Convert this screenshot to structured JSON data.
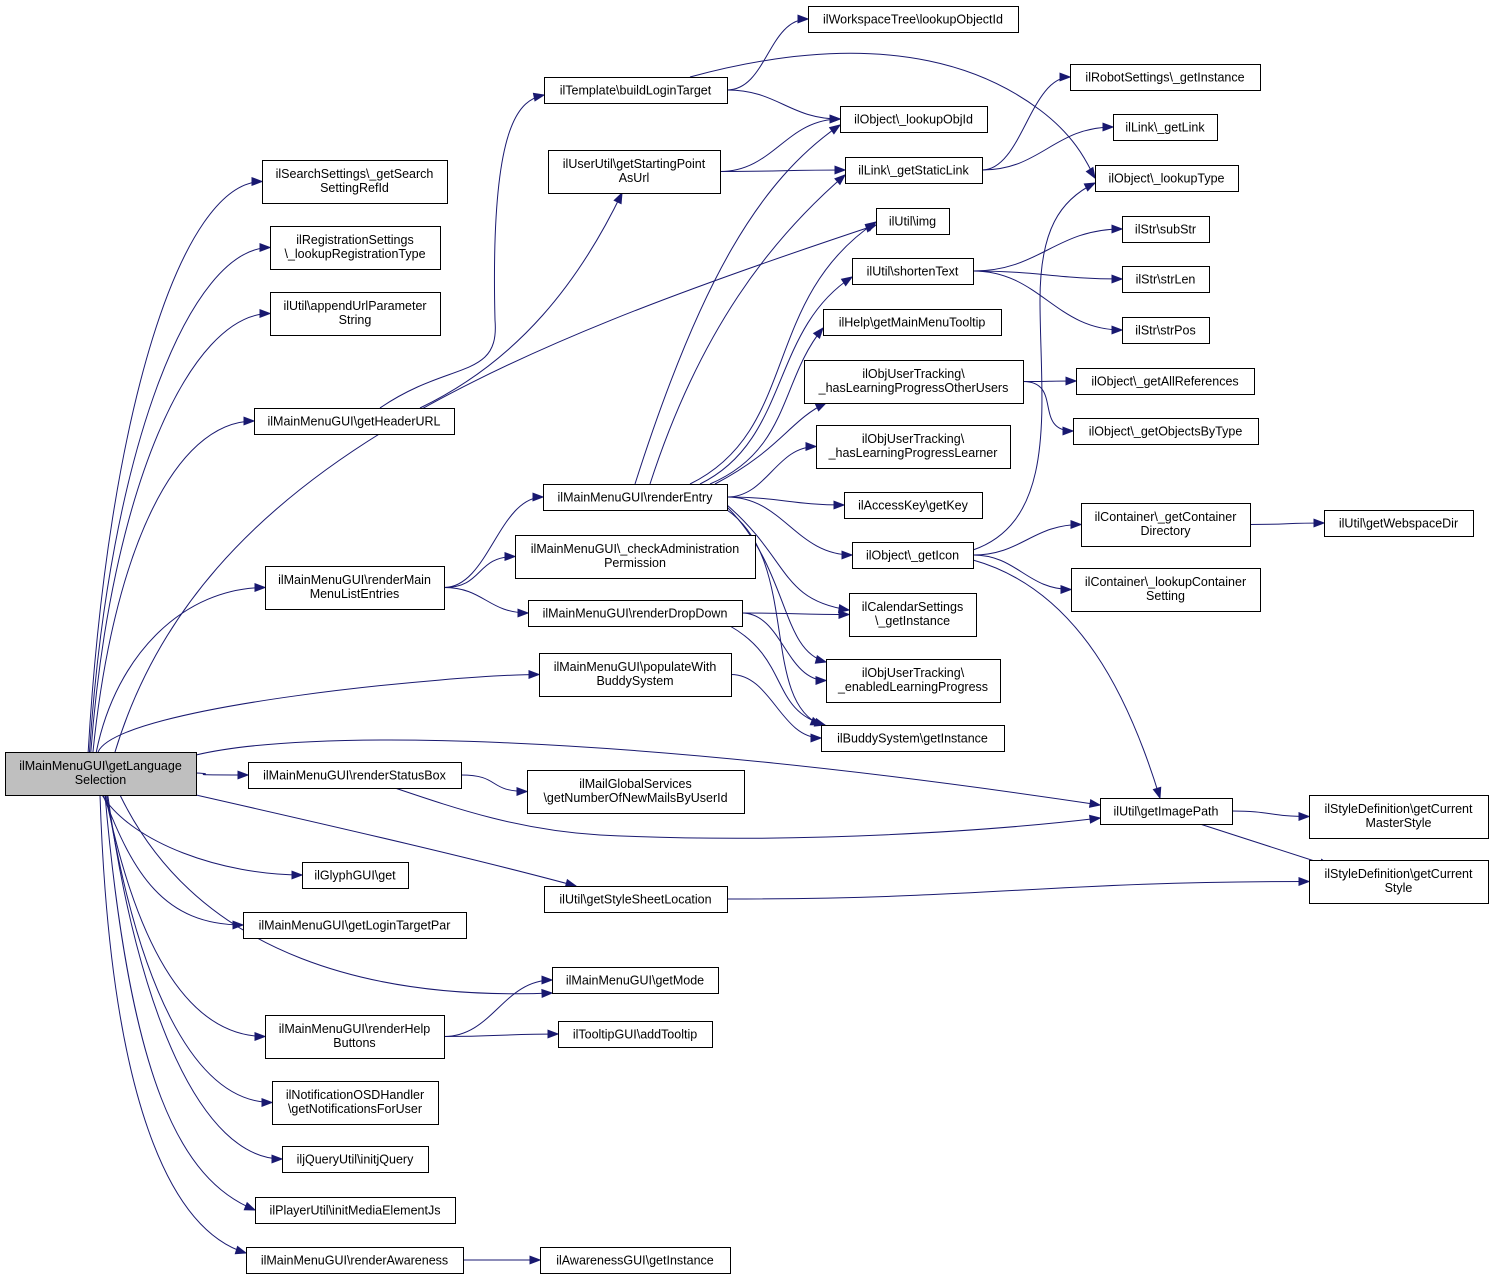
{
  "graph": {
    "root": "n0",
    "nodes": {
      "n0": [
        "ilMainMenuGUI\\getLanguage",
        "Selection"
      ],
      "n1": [
        "ilSearchSettings\\_getSearch",
        "SettingRefId"
      ],
      "n2": [
        "ilRegistrationSettings",
        "\\_lookupRegistrationType"
      ],
      "n3": [
        "ilUtil\\appendUrlParameter",
        "String"
      ],
      "n4": [
        "ilMainMenuGUI\\getHeaderURL"
      ],
      "n5": [
        "ilMainMenuGUI\\renderMain",
        "MenuListEntries"
      ],
      "n6": [
        "ilMainMenuGUI\\renderStatusBox"
      ],
      "n7": [
        "ilGlyphGUI\\get"
      ],
      "n8": [
        "ilMainMenuGUI\\getLoginTargetPar"
      ],
      "n9": [
        "ilMainMenuGUI\\renderHelp",
        "Buttons"
      ],
      "n10": [
        "ilNotificationOSDHandler",
        "\\getNotificationsForUser"
      ],
      "n11": [
        "iljQueryUtil\\initjQuery"
      ],
      "n12": [
        "ilPlayerUtil\\initMediaElementJs"
      ],
      "n13": [
        "ilMainMenuGUI\\renderAwareness"
      ],
      "n14": [
        "ilTemplate\\buildLoginTarget"
      ],
      "n15": [
        "ilUserUtil\\getStartingPoint",
        "AsUrl"
      ],
      "n16": [
        "ilMainMenuGUI\\renderEntry"
      ],
      "n17": [
        "ilMainMenuGUI\\_checkAdministration",
        "Permission"
      ],
      "n18": [
        "ilMainMenuGUI\\renderDropDown"
      ],
      "n19": [
        "ilMainMenuGUI\\populateWith",
        "BuddySystem"
      ],
      "n20": [
        "ilMailGlobalServices",
        "\\getNumberOfNewMailsByUserId"
      ],
      "n21": [
        "ilUtil\\getStyleSheetLocation"
      ],
      "n22": [
        "ilMainMenuGUI\\getMode"
      ],
      "n23": [
        "ilTooltipGUI\\addTooltip"
      ],
      "n24": [
        "ilAwarenessGUI\\getInstance"
      ],
      "n25": [
        "ilWorkspaceTree\\lookupObjectId"
      ],
      "n26": [
        "ilObject\\_lookupObjId"
      ],
      "n27": [
        "ilLink\\_getStaticLink"
      ],
      "n28": [
        "ilUtil\\img"
      ],
      "n29": [
        "ilUtil\\shortenText"
      ],
      "n30": [
        "ilHelp\\getMainMenuTooltip"
      ],
      "n31": [
        "ilObjUserTracking\\",
        "_hasLearningProgressOtherUsers"
      ],
      "n32": [
        "ilObjUserTracking\\",
        "_hasLearningProgressLearner"
      ],
      "n33": [
        "ilAccessKey\\getKey"
      ],
      "n34": [
        "ilObject\\_getIcon"
      ],
      "n35": [
        "ilCalendarSettings",
        "\\_getInstance"
      ],
      "n36": [
        "ilObjUserTracking\\",
        "_enabledLearningProgress"
      ],
      "n37": [
        "ilBuddySystem\\getInstance"
      ],
      "n38": [
        "ilUtil\\getImagePath"
      ],
      "n39": [
        "ilRobotSettings\\_getInstance"
      ],
      "n40": [
        "ilLink\\_getLink"
      ],
      "n41": [
        "ilObject\\_lookupType"
      ],
      "n42": [
        "ilStr\\subStr"
      ],
      "n43": [
        "ilStr\\strLen"
      ],
      "n44": [
        "ilStr\\strPos"
      ],
      "n45": [
        "ilObject\\_getAllReferences"
      ],
      "n46": [
        "ilObject\\_getObjectsByType"
      ],
      "n47": [
        "ilContainer\\_getContainer",
        "Directory"
      ],
      "n48": [
        "ilContainer\\_lookupContainer",
        "Setting"
      ],
      "n49": [
        "ilUtil\\getWebspaceDir"
      ],
      "n50": [
        "ilStyleDefinition\\getCurrent",
        "MasterStyle"
      ],
      "n51": [
        "ilStyleDefinition\\getCurrent",
        "Style"
      ]
    },
    "edges": [
      [
        "n0",
        "n1"
      ],
      [
        "n0",
        "n2"
      ],
      [
        "n0",
        "n3"
      ],
      [
        "n0",
        "n4"
      ],
      [
        "n0",
        "n28"
      ],
      [
        "n0",
        "n5"
      ],
      [
        "n0",
        "n19"
      ],
      [
        "n0",
        "n38"
      ],
      [
        "n0",
        "n6"
      ],
      [
        "n0",
        "n7"
      ],
      [
        "n0",
        "n21"
      ],
      [
        "n0",
        "n8"
      ],
      [
        "n0",
        "n22"
      ],
      [
        "n0",
        "n9"
      ],
      [
        "n0",
        "n10"
      ],
      [
        "n0",
        "n11"
      ],
      [
        "n0",
        "n12"
      ],
      [
        "n0",
        "n13"
      ],
      [
        "n4",
        "n14"
      ],
      [
        "n4",
        "n15"
      ],
      [
        "n5",
        "n16"
      ],
      [
        "n5",
        "n17"
      ],
      [
        "n5",
        "n18"
      ],
      [
        "n6",
        "n20"
      ],
      [
        "n6",
        "n38"
      ],
      [
        "n9",
        "n22"
      ],
      [
        "n9",
        "n23"
      ],
      [
        "n13",
        "n24"
      ],
      [
        "n14",
        "n25"
      ],
      [
        "n14",
        "n26"
      ],
      [
        "n14",
        "n41"
      ],
      [
        "n15",
        "n26"
      ],
      [
        "n15",
        "n27"
      ],
      [
        "n16",
        "n26"
      ],
      [
        "n16",
        "n27"
      ],
      [
        "n16",
        "n28"
      ],
      [
        "n16",
        "n29"
      ],
      [
        "n16",
        "n30"
      ],
      [
        "n16",
        "n31"
      ],
      [
        "n16",
        "n32"
      ],
      [
        "n16",
        "n33"
      ],
      [
        "n16",
        "n34"
      ],
      [
        "n16",
        "n35"
      ],
      [
        "n16",
        "n36"
      ],
      [
        "n16",
        "n37"
      ],
      [
        "n18",
        "n35"
      ],
      [
        "n18",
        "n36"
      ],
      [
        "n18",
        "n37"
      ],
      [
        "n19",
        "n37"
      ],
      [
        "n21",
        "n51"
      ],
      [
        "n27",
        "n39"
      ],
      [
        "n27",
        "n40"
      ],
      [
        "n29",
        "n42"
      ],
      [
        "n29",
        "n43"
      ],
      [
        "n29",
        "n44"
      ],
      [
        "n31",
        "n45"
      ],
      [
        "n31",
        "n46"
      ],
      [
        "n34",
        "n41"
      ],
      [
        "n34",
        "n47"
      ],
      [
        "n34",
        "n48"
      ],
      [
        "n34",
        "n38"
      ],
      [
        "n38",
        "n50"
      ],
      [
        "n38",
        "n51"
      ],
      [
        "n47",
        "n49"
      ]
    ]
  }
}
